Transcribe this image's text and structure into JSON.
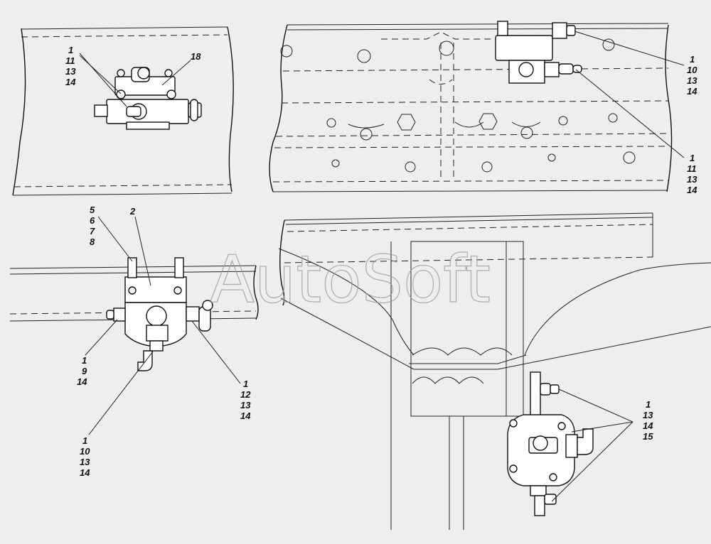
{
  "watermark": "AutoSoft",
  "callouts": {
    "tl_1_11_13_14": [
      "1",
      "11",
      "13",
      "14"
    ],
    "tl_18": [
      "18"
    ],
    "tr_1_10_13_14": [
      "1",
      "10",
      "13",
      "14"
    ],
    "tr_1_11_13_14": [
      "1",
      "11",
      "13",
      "14"
    ],
    "ml_5_6_7_8": [
      "5",
      "6",
      "7",
      "8"
    ],
    "ml_2": [
      "2"
    ],
    "ml_1_9_14": [
      "1",
      "9",
      "14"
    ],
    "ml_1_12_13_14": [
      "1",
      "12",
      "13",
      "14"
    ],
    "ml_1_10_13_14": [
      "1",
      "10",
      "13",
      "14"
    ],
    "br_1_13_14_15": [
      "1",
      "13",
      "14",
      "15"
    ]
  }
}
